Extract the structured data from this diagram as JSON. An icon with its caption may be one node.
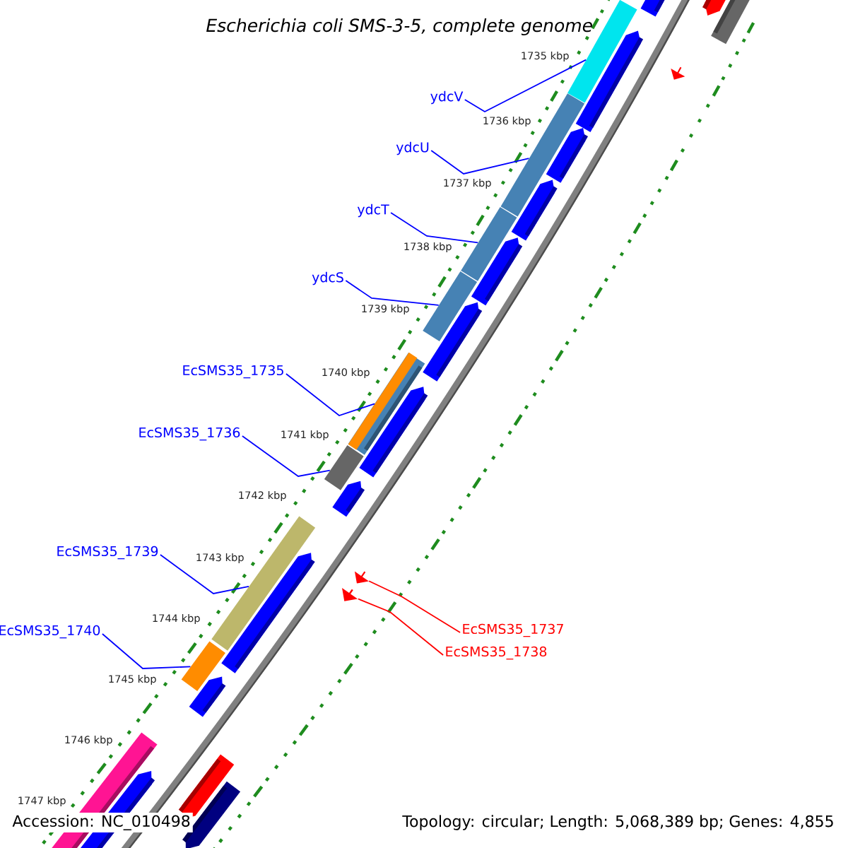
{
  "diagram": {
    "title": "Escherichia coli SMS-3-5, complete genome",
    "nodes": [
      {
        "text": [
          "ydcV"
        ]
      },
      {
        "text": [
          "ydcU"
        ]
      },
      {
        "text": [
          "ydcT"
        ]
      },
      {
        "text": [
          "ydcS"
        ]
      },
      {
        "text": [
          "EcSMS35_1735"
        ]
      },
      {
        "text": [
          "EcSMS35_1736"
        ]
      },
      {
        "text": [
          "EcSMS35_1739"
        ]
      },
      {
        "text": [
          "EcSMS35_1740"
        ]
      },
      {
        "text": [
          "EcSMS35_1737"
        ]
      },
      {
        "text": [
          "EcSMS35_1738"
        ]
      },
      {
        "text": [],
        "shape": "bar"
      },
      {
        "text": [],
        "shape": "bar"
      },
      {
        "text": [],
        "shape": "bar"
      },
      {
        "text": [],
        "shape": "bar"
      },
      {
        "text": [],
        "shape": "bar"
      },
      {
        "text": [],
        "shape": "bar"
      },
      {
        "text": [],
        "shape": "bar"
      },
      {
        "text": [],
        "shape": "bar"
      },
      {
        "text": [],
        "shape": "arrow"
      },
      {
        "text": [],
        "shape": "arrow"
      },
      {
        "text": [],
        "shape": "arrow"
      }
    ],
    "edges": [
      {
        "from": 0,
        "to": 10,
        "arrow": "none"
      },
      {
        "from": 1,
        "to": 11,
        "arrow": "none"
      },
      {
        "from": 2,
        "to": 12,
        "arrow": "none"
      },
      {
        "from": 3,
        "to": 13,
        "arrow": "none"
      },
      {
        "from": 4,
        "to": 14,
        "arrow": "none"
      },
      {
        "from": 5,
        "to": 15,
        "arrow": "none"
      },
      {
        "from": 6,
        "to": 16,
        "arrow": "none"
      },
      {
        "from": 7,
        "to": 17,
        "arrow": "none"
      },
      {
        "from": 8,
        "to": 18,
        "arrow": "none",
        "color": "#ff0000"
      },
      {
        "from": 9,
        "to": 19,
        "arrow": "none",
        "color": "#ff0000"
      }
    ],
    "labels": [
      "1735 kbp",
      "1736 kbp",
      "1737 kbp",
      "1738 kbp",
      "1739 kbp",
      "1740 kbp",
      "1741 kbp",
      "1742 kbp",
      "1743 kbp",
      "1744 kbp",
      "1745 kbp",
      "1746 kbp",
      "1747 kbp",
      "Accession: NC_010498",
      "Topology: circular; Length: 5,068,389 bp; Genes: 4,855"
    ]
  }
}
